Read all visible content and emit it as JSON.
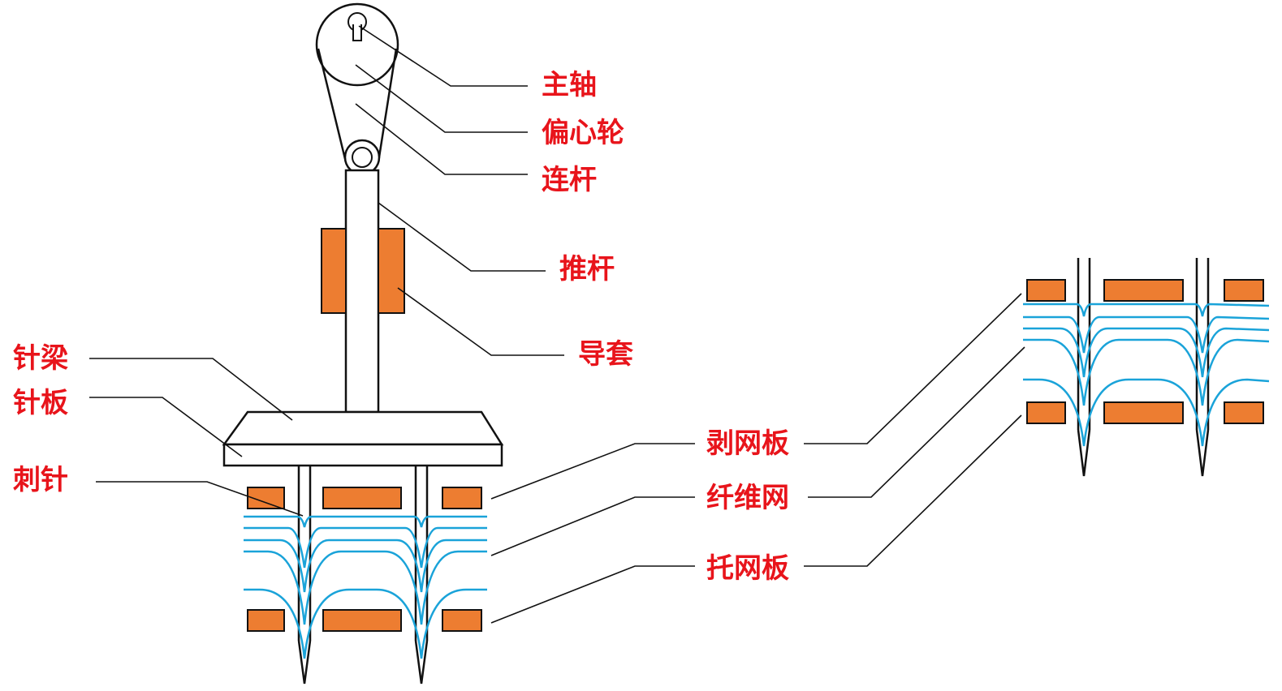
{
  "colors": {
    "label": "#e8141b",
    "line": "#111111",
    "part_fill": "#ed7d31",
    "fiber": "#1aa3d9",
    "background": "#ffffff"
  },
  "labels": {
    "spindle": "主轴",
    "eccentric": "偏心轮",
    "connecting_rod": "连杆",
    "push_rod": "推杆",
    "guide_sleeve": "导套",
    "needle_beam": "针梁",
    "needle_board": "针板",
    "needle": "刺针",
    "stripper_plate": "剥网板",
    "fiber_web": "纤维网",
    "bed_plate": "托网板"
  }
}
